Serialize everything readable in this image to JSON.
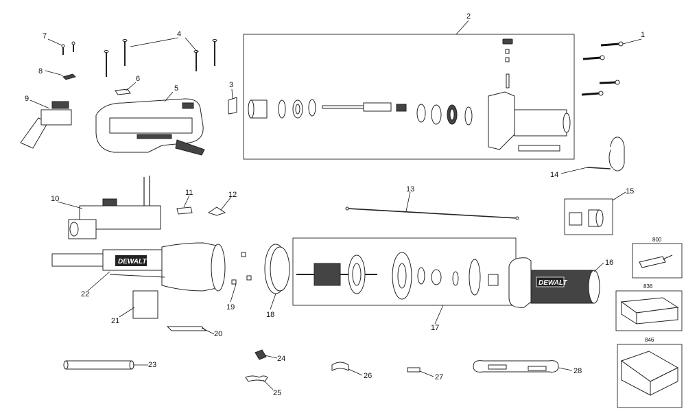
{
  "callouts": {
    "c1": "1",
    "c2": "2",
    "c3": "3",
    "c4": "4",
    "c5": "5",
    "c6": "6",
    "c7": "7",
    "c8": "8",
    "c9": "9",
    "c10": "10",
    "c11": "11",
    "c12": "12",
    "c13": "13",
    "c14": "14",
    "c15": "15",
    "c16": "16",
    "c17": "17",
    "c18": "18",
    "c19": "19",
    "c20": "20",
    "c21": "21",
    "c22": "22",
    "c23": "23",
    "c24": "24",
    "c25": "25",
    "c26": "26",
    "c27": "27",
    "c28": "28"
  },
  "kits": {
    "k800": "800",
    "k836": "836",
    "k846": "846"
  },
  "brand": "DEWALT"
}
